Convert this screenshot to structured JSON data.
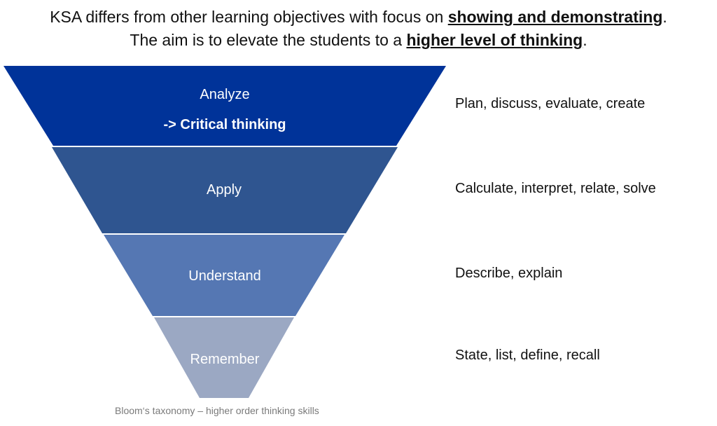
{
  "header": {
    "line1_prefix": "KSA differs from other learning objectives with focus on ",
    "line1_emphasis": "showing and demonstrating",
    "line1_suffix": ".",
    "line2_prefix": "The aim is to elevate the students to a ",
    "line2_emphasis": "higher level of thinking",
    "line2_suffix": "."
  },
  "pyramid": {
    "tiers": [
      {
        "label": "Analyze",
        "sublabel": "-> Critical thinking",
        "verbs": "Plan, discuss, evaluate, create",
        "color": "#003399"
      },
      {
        "label": "Apply",
        "verbs": "Calculate, interpret, relate, solve",
        "color": "#2F5590"
      },
      {
        "label": "Understand",
        "verbs": "Describe, explain",
        "color": "#5577B3"
      },
      {
        "label": "Remember",
        "verbs": "State, list, define, recall",
        "color": "#9BA8C3"
      }
    ]
  },
  "caption": "Bloom‘s taxonomy – higher order thinking skills"
}
